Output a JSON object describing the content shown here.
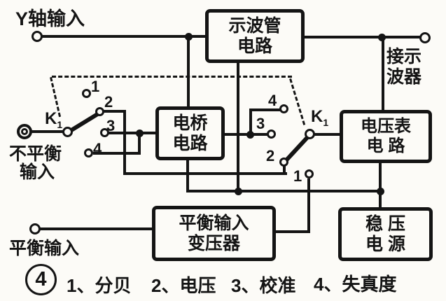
{
  "figure": {
    "number": "4"
  },
  "labels": {
    "y_input": "Y轴输入",
    "to_scope_line1": "接示",
    "to_scope_line2": "波器",
    "unbalanced_line1": "不平衡",
    "unbalanced_line2": "输入",
    "balanced": "平衡输入"
  },
  "blocks": {
    "crt": {
      "line1": "示波管",
      "line2": "电路"
    },
    "bridge": {
      "line1": "电桥",
      "line2": "电路"
    },
    "voltmeter": {
      "line1": "电压表",
      "line2": "电 路"
    },
    "transformer": {
      "line1": "平衡输入",
      "line2": "变压器"
    },
    "power": {
      "line1": "稳 压",
      "line2": "电 源"
    }
  },
  "switches": {
    "left": {
      "name": "K",
      "sub": "1",
      "pos1": "1",
      "pos2": "2",
      "pos3": "3",
      "pos4": "4"
    },
    "right": {
      "name": "K",
      "sub": "1",
      "pos1": "1",
      "pos2": "2",
      "pos3": "3",
      "pos4": "4"
    }
  },
  "legend": {
    "item1": "1、分贝",
    "item2": "2、电压",
    "item3": "3、校准",
    "item4": "4、失真度"
  },
  "colors": {
    "ink": "#141414",
    "paper": "#fcfbf7"
  }
}
